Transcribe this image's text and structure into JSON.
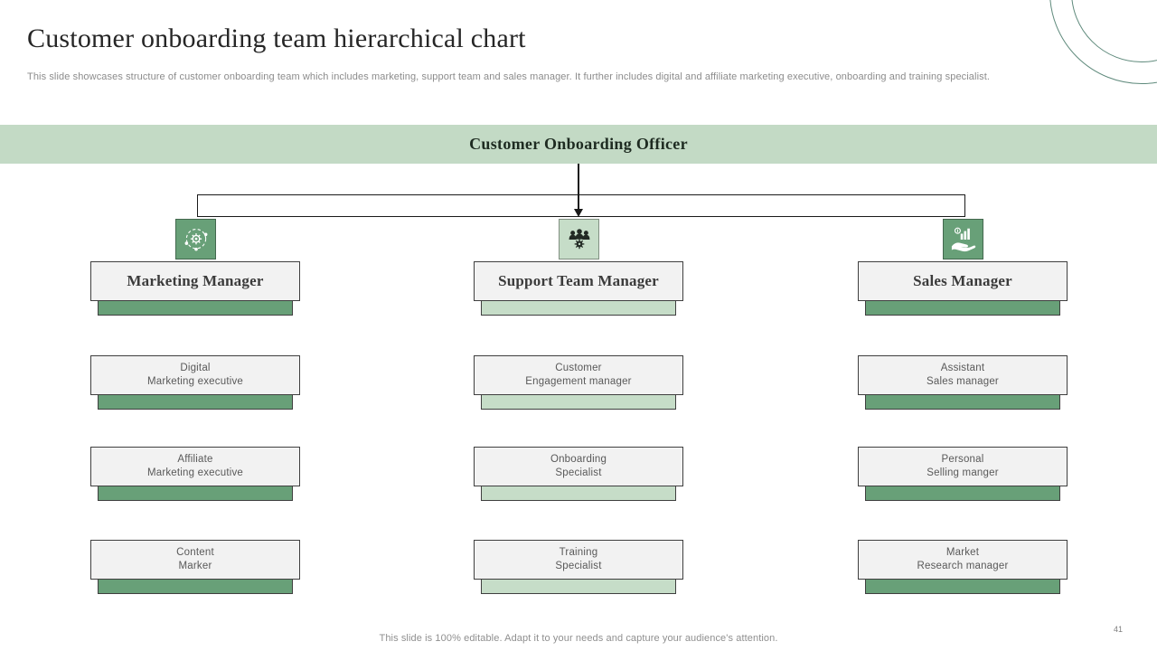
{
  "slide": {
    "title": "Customer onboarding team hierarchical  chart",
    "subtitle": "This slide showcases structure of customer onboarding team which includes marketing, support team and sales manager. It further includes digital and affiliate marketing executive, onboarding and training specialist.",
    "footer": "This slide is 100% editable. Adapt it to your needs and capture your audience's attention.",
    "page_number": "41"
  },
  "colors": {
    "banner_bg": "#c3dac5",
    "green_dark": "#68a078",
    "green_light": "#c6ddc8",
    "node_bg": "#f2f2f2",
    "node_border": "#3f3f3f",
    "accent_circle_stroke": "#5f8a7c"
  },
  "org": {
    "root": {
      "label": "Customer Onboarding Officer"
    },
    "columns": [
      {
        "manager": "Marketing Manager",
        "icon": "process-gear-icon",
        "tone": "dark",
        "reports": [
          {
            "line1": "Digital",
            "line2": "Marketing executive"
          },
          {
            "line1": "Affiliate",
            "line2": "Marketing executive"
          },
          {
            "line1": "Content",
            "line2": "Marker"
          }
        ]
      },
      {
        "manager": "Support Team Manager",
        "icon": "team-group-icon",
        "tone": "light",
        "reports": [
          {
            "line1": "Customer",
            "line2": "Engagement manager"
          },
          {
            "line1": "Onboarding",
            "line2": "Specialist"
          },
          {
            "line1": "Training",
            "line2": "Specialist"
          }
        ]
      },
      {
        "manager": "Sales Manager",
        "icon": "hand-chart-icon",
        "tone": "dark",
        "reports": [
          {
            "line1": "Assistant",
            "line2": "Sales manager"
          },
          {
            "line1": "Personal",
            "line2": "Selling manger"
          },
          {
            "line1": "Market",
            "line2": "Research manager"
          }
        ]
      }
    ]
  }
}
